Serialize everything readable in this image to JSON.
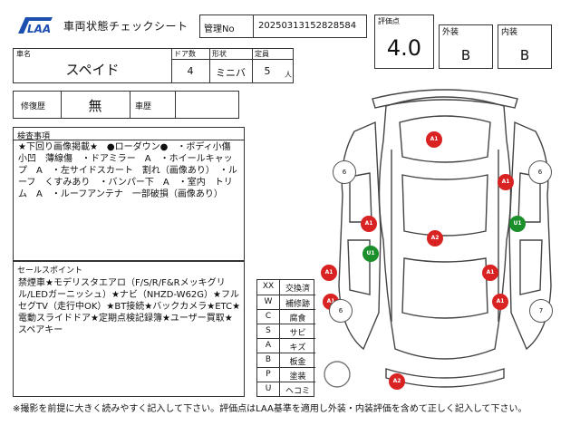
{
  "header": {
    "logo": "LAA",
    "title": "車両状態チェックシート",
    "mgmt_label": "管理No",
    "mgmt_value": "20250313152828584"
  },
  "score": {
    "label": "評価点",
    "value": "4.0"
  },
  "exterior": {
    "label": "外装",
    "value": "B"
  },
  "interior": {
    "label": "内装",
    "value": "B"
  },
  "vehicle": {
    "name_label": "車名",
    "name": "スペイド",
    "doors_label": "ドア数",
    "doors": "4",
    "shape_label": "形状",
    "shape": "ミニバ",
    "capacity_label": "定員",
    "capacity": "5",
    "capacity_unit": "人"
  },
  "history": {
    "repair_label": "修復歴",
    "repair": "無",
    "inspection_label": "車歴",
    "inspection": ""
  },
  "inspection": {
    "label": "検査事項",
    "text": "★下回り画像掲載★　●ローダウン●　・ボディ小傷　小凹　薄線傷　・ドアミラー　A　・ホイールキャップ　A　・左サイドスカート　割れ（画像あり）　・ルーフ　くすみあり　・バンパー下　A　・室内　トリム　A　・ルーフアンテナ　一部破損（画像あり）"
  },
  "sales": {
    "label": "セールスポイント",
    "text": "禁煙車★モデリスタエアロ（F/S/R/F&Rメッキグリル/LEDガーニッシュ）★ナビ（NHZD-W62G）★フルセグTV（走行中OK）★BT接続★バックカメラ★ETC★電動スライドドア★定期点検記録簿★ユーザー買取★スペアキー"
  },
  "legend": [
    {
      "code": "XX",
      "name": "交換済"
    },
    {
      "code": "W",
      "name": "補修跡"
    },
    {
      "code": "C",
      "name": "腐食"
    },
    {
      "code": "S",
      "name": "サビ"
    },
    {
      "code": "A",
      "name": "キズ"
    },
    {
      "code": "B",
      "name": "板金"
    },
    {
      "code": "P",
      "name": "塗装"
    },
    {
      "code": "U",
      "name": "ヘコミ"
    }
  ],
  "diagram": {
    "markers": [
      {
        "label": "A1",
        "color": "red"
      },
      {
        "label": "A1",
        "color": "red"
      },
      {
        "label": "A1",
        "color": "red"
      },
      {
        "label": "A2",
        "color": "red"
      },
      {
        "label": "U1",
        "color": "green"
      },
      {
        "label": "U1",
        "color": "green"
      },
      {
        "label": "A1",
        "color": "red"
      },
      {
        "label": "A1",
        "color": "red"
      },
      {
        "label": "A1",
        "color": "red"
      },
      {
        "label": "A1",
        "color": "red"
      },
      {
        "label": "A2",
        "color": "red"
      }
    ],
    "wheels": [
      "6",
      "6",
      "6",
      "7"
    ]
  },
  "footer": "※撮影を前提に大きく読みやすく記入して下さい。評価点はLAA基準を適用し外装・内装評価を含めて正しく記入して下さい。"
}
